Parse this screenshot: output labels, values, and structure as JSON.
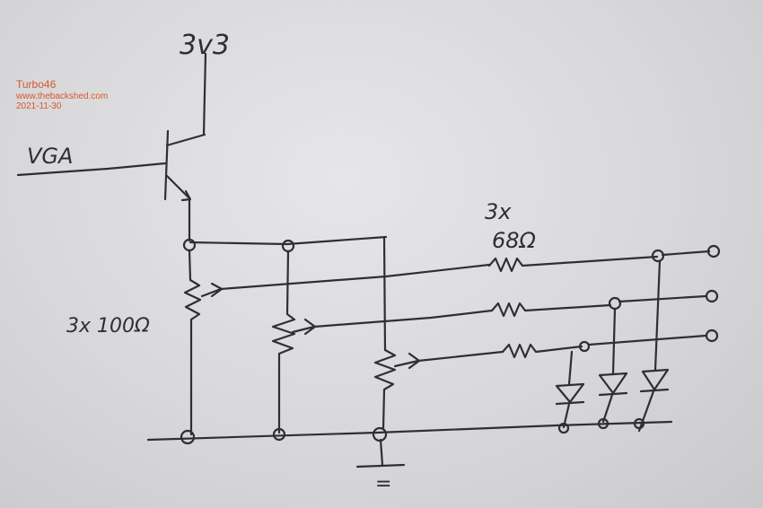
{
  "watermark": {
    "author": "Turbo46",
    "site": "www.thebackshed.com",
    "date": "2021-11-30"
  },
  "labels": {
    "supply": "3v3",
    "input": "VGA",
    "pot_note": "3x 100Ω",
    "resistor_qty": "3x",
    "resistor_value": "68Ω",
    "ground_symbol": "="
  },
  "colors": {
    "ink": "#2f2f33",
    "watermark": "#d9572a",
    "paper": "#e2e2e4"
  }
}
